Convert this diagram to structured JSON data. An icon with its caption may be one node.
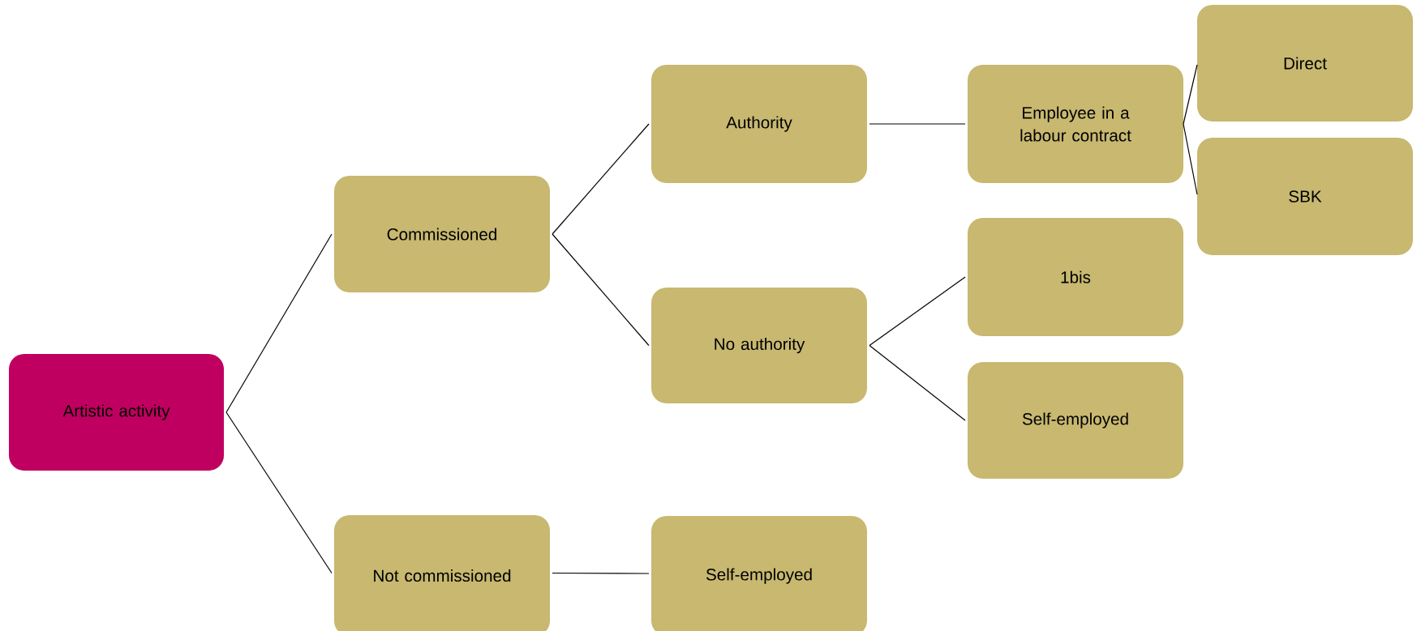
{
  "diagram": {
    "nodes": [
      {
        "text": [
          "Artistic activity"
        ]
      },
      {
        "text": [
          "Commissioned"
        ]
      },
      {
        "text": [
          "Not commissioned"
        ]
      },
      {
        "text": [
          "Authority"
        ]
      },
      {
        "text": [
          "No authority"
        ]
      },
      {
        "text": [
          "Self-employed"
        ]
      },
      {
        "text": [
          "Employee in a labour contract"
        ]
      },
      {
        "text": [
          "1bis"
        ]
      },
      {
        "text": [
          "Self-employed"
        ]
      },
      {
        "text": [
          "Direct"
        ]
      },
      {
        "text": [
          "SBK"
        ]
      }
    ],
    "edges": [
      {
        "from": 0,
        "to": 1,
        "arrow": "none"
      },
      {
        "from": 0,
        "to": 2,
        "arrow": "none"
      },
      {
        "from": 1,
        "to": 3,
        "arrow": "none"
      },
      {
        "from": 1,
        "to": 4,
        "arrow": "none"
      },
      {
        "from": 2,
        "to": 5,
        "arrow": "none"
      },
      {
        "from": 3,
        "to": 6,
        "arrow": "none"
      },
      {
        "from": 4,
        "to": 7,
        "arrow": "none"
      },
      {
        "from": 4,
        "to": 8,
        "arrow": "none"
      },
      {
        "from": 6,
        "to": 9,
        "arrow": "none"
      },
      {
        "from": 6,
        "to": 10,
        "arrow": "none"
      }
    ]
  }
}
